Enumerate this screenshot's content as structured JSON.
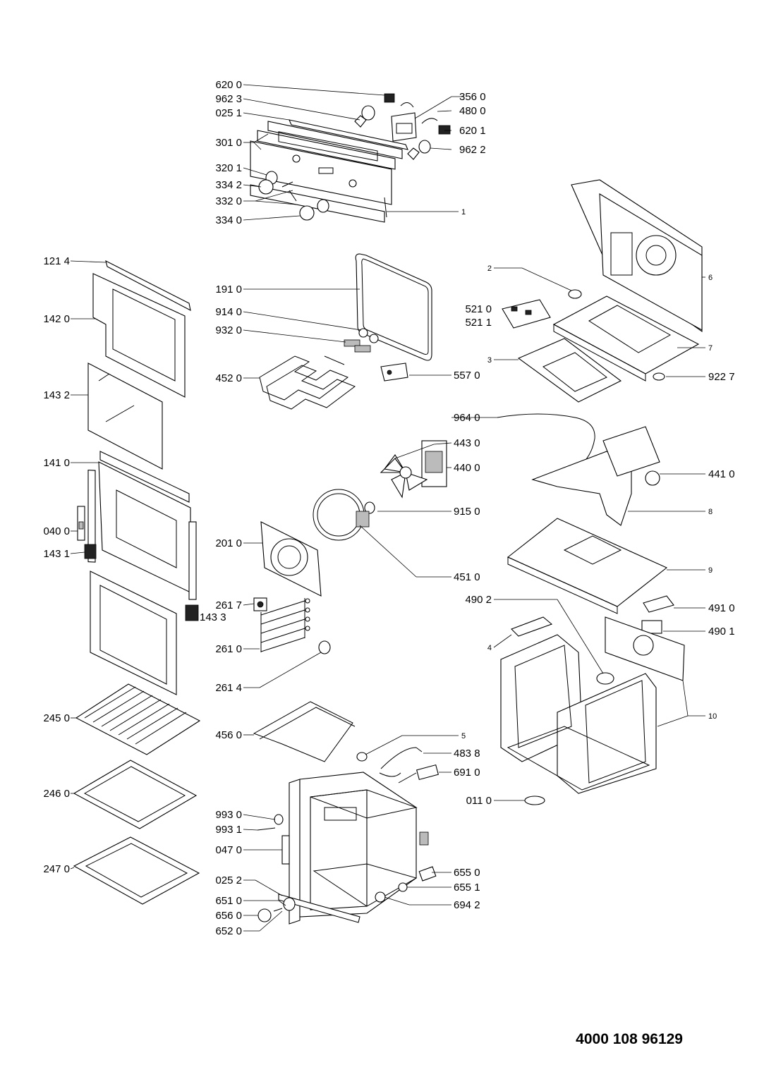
{
  "document_number": "4000 108 96129",
  "labels": {
    "l_620_0": "620 0",
    "l_962_3": "962 3",
    "l_025_1": "025 1",
    "l_301_0": "301 0",
    "l_320_1": "320 1",
    "l_334_2": "334 2",
    "l_332_0": "332 0",
    "l_334_0": "334 0",
    "l_356_0": "356 0",
    "l_480_0": "480 0",
    "l_620_1": "620 1",
    "l_962_2": "962 2",
    "l_1": "1",
    "l_121_4": "121 4",
    "l_142_0": "142 0",
    "l_143_2": "143 2",
    "l_141_0": "141 0",
    "l_040_0": "040 0",
    "l_143_1": "143 1",
    "l_245_0": "245 0",
    "l_246_0": "246 0",
    "l_247_0": "247 0",
    "l_191_0": "191 0",
    "l_914_0": "914 0",
    "l_932_0": "932 0",
    "l_452_0": "452 0",
    "l_557_0": "557 0",
    "l_964_0": "964 0",
    "l_443_0": "443 0",
    "l_440_0": "440 0",
    "l_915_0": "915 0",
    "l_451_0": "451 0",
    "l_201_0": "201 0",
    "l_261_7": "261 7",
    "l_143_3": "143 3",
    "l_261_0": "261 0",
    "l_261_4": "261 4",
    "l_456_0": "456 0",
    "l_5": "5",
    "l_483_8": "483 8",
    "l_691_0": "691 0",
    "l_993_0": "993 0",
    "l_993_1": "993 1",
    "l_047_0": "047 0",
    "l_025_2": "025 2",
    "l_655_0": "655 0",
    "l_655_1": "655 1",
    "l_694_2": "694 2",
    "l_651_0": "651 0",
    "l_656_0": "656 0",
    "l_652_0": "652 0",
    "l_2": "2",
    "l_6": "6",
    "l_521_0": "521 0",
    "l_521_1": "521 1",
    "l_3": "3",
    "l_7": "7",
    "l_922_7": "922 7",
    "l_441_0": "441 0",
    "l_8": "8",
    "l_9": "9",
    "l_490_2": "490 2",
    "l_491_0": "491 0",
    "l_490_1": "490 1",
    "l_4": "4",
    "l_10": "10",
    "l_011_0": "011 0"
  }
}
